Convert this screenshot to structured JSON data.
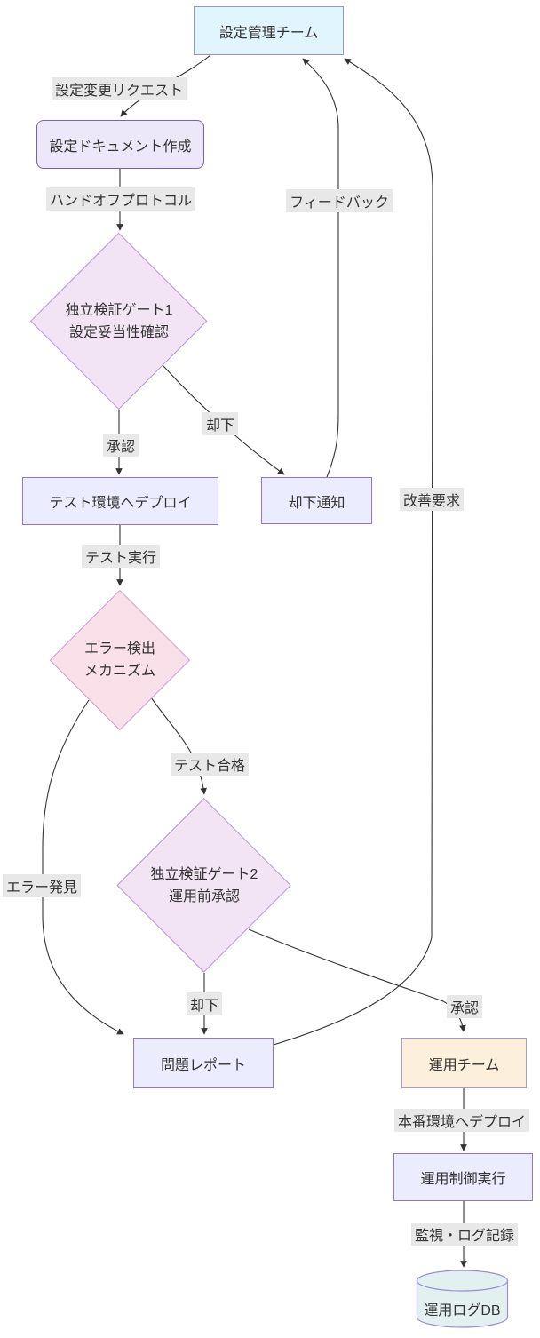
{
  "diagram": {
    "title_hint": "configuration management verification flowchart",
    "nodes": {
      "config_team": {
        "label": "設定管理チーム"
      },
      "doc_create": {
        "label": "設定ドキュメント作成"
      },
      "gate1": {
        "line1": "独立検証ゲート1",
        "line2": "設定妥当性確認"
      },
      "test_deploy": {
        "label": "テスト環境へデプロイ"
      },
      "reject_notice": {
        "label": "却下通知"
      },
      "error_detect": {
        "line1": "エラー検出",
        "line2": "メカニズム"
      },
      "gate2": {
        "line1": "独立検証ゲート2",
        "line2": "運用前承認"
      },
      "problem_report": {
        "label": "問題レポート"
      },
      "ops_team": {
        "label": "運用チーム"
      },
      "ops_exec": {
        "label": "運用制御実行"
      },
      "ops_log_db": {
        "label": "運用ログDB"
      }
    },
    "edge_labels": {
      "change_request": "設定変更リクエスト",
      "handoff": "ハンドオフプロトコル",
      "approve1": "承認",
      "reject1": "却下",
      "feedback": "フィードバック",
      "test_exec": "テスト実行",
      "test_pass": "テスト合格",
      "error_found": "エラー発見",
      "reject2": "却下",
      "approve2": "承認",
      "improve": "改善要求",
      "deploy_prod": "本番環境へデプロイ",
      "monitor": "監視・ログ記録"
    },
    "colors": {
      "canvas_bg": "#ffffff",
      "edge_stroke": "#333333",
      "edge_label_bg": "#e8e8e8",
      "text": "#333333",
      "config_team_fill": "#e1f5fe",
      "doc_create_fill": "#ede7fa",
      "process_fill": "#ececff",
      "process_stroke": "#9370db",
      "gate_fill": "#f2e4f5",
      "gate_stroke": "#b896d8",
      "error_fill": "#fae1e9",
      "ops_team_fill": "#fcefdc",
      "db_fill": "#e2f1ef"
    }
  }
}
